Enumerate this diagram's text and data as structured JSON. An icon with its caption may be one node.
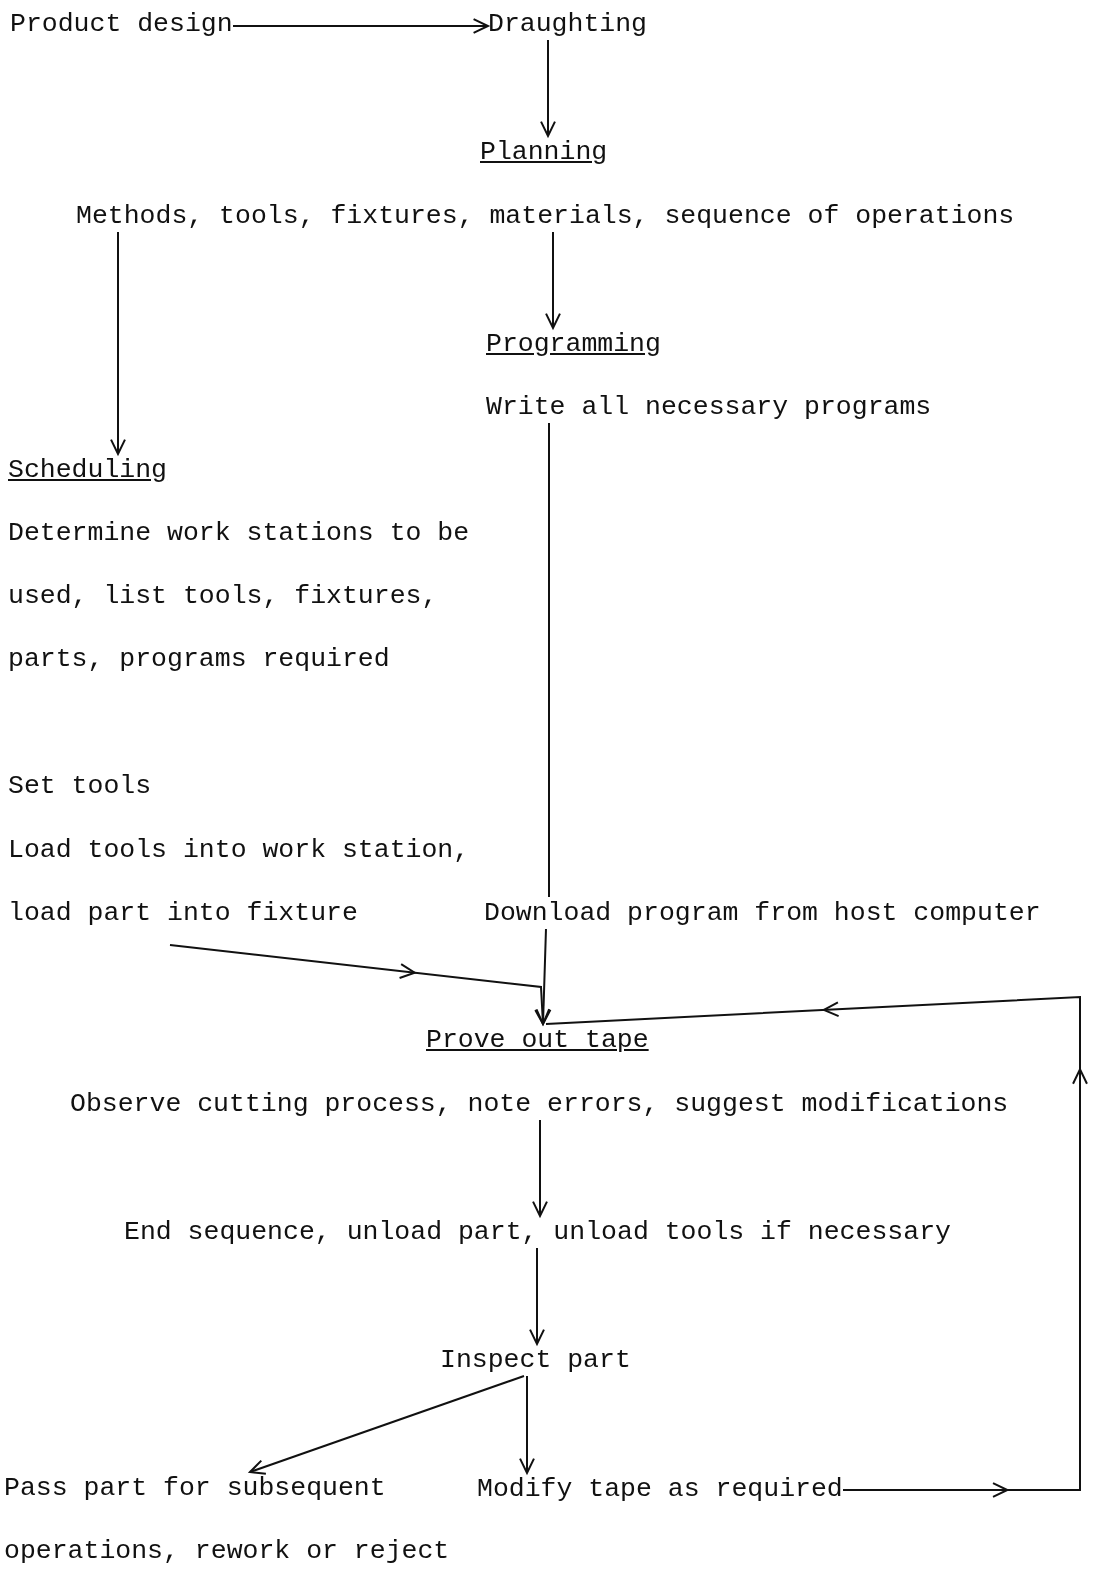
{
  "diagram": {
    "nodes": [
      {
        "text": [
          "Product design"
        ]
      },
      {
        "text": [
          "Draughting"
        ]
      },
      {
        "text": [
          "Planning",
          "Methods, tools, fixtures, materials, sequence of operations"
        ]
      },
      {
        "text": [
          "Programming",
          "Write all necessary programs"
        ]
      },
      {
        "text": [
          "Scheduling",
          "Determine work stations to be used, list tools, fixtures, parts, programs required"
        ]
      },
      {
        "text": [
          "Set tools",
          "Load tools into work station, load part into fixture"
        ]
      },
      {
        "text": [
          "Download program from host computer"
        ]
      },
      {
        "text": [
          "Prove out tape",
          "Observe cutting process, note errors, suggest modifications"
        ]
      },
      {
        "text": [
          "End sequence, unload part, unload tools if necessary"
        ]
      },
      {
        "text": [
          "Inspect part"
        ]
      },
      {
        "text": [
          "Pass part for subsequent operations, rework or reject"
        ]
      },
      {
        "text": [
          "Modify tape as required"
        ]
      }
    ],
    "edges": [
      {
        "from": 0,
        "to": 1,
        "arrow": "to"
      },
      {
        "from": 1,
        "to": 2,
        "arrow": "to"
      },
      {
        "from": 2,
        "to": 4,
        "arrow": "to"
      },
      {
        "from": 2,
        "to": 3,
        "arrow": "to"
      },
      {
        "from": 3,
        "to": 6,
        "arrow": "none"
      },
      {
        "from": 6,
        "to": 7,
        "arrow": "to"
      },
      {
        "from": 5,
        "to": 7,
        "arrow": "to"
      },
      {
        "from": 7,
        "to": 8,
        "arrow": "to"
      },
      {
        "from": 8,
        "to": 9,
        "arrow": "to"
      },
      {
        "from": 9,
        "to": 10,
        "arrow": "to"
      },
      {
        "from": 9,
        "to": 11,
        "arrow": "to"
      },
      {
        "from": 11,
        "to": 7,
        "arrow": "to"
      }
    ]
  }
}
